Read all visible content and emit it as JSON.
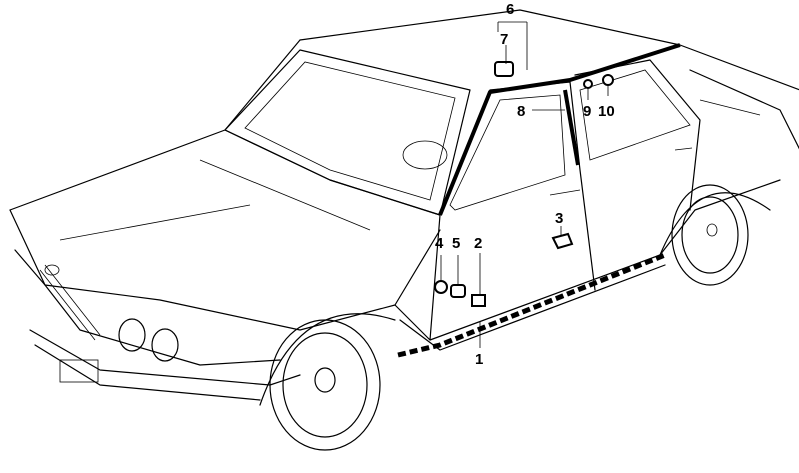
{
  "diagram": {
    "callouts": {
      "c1": "1",
      "c2": "2",
      "c3": "3",
      "c4": "4",
      "c5": "5",
      "c6": "6",
      "c7": "7",
      "c8": "8",
      "c9": "9",
      "c10": "10"
    },
    "colors": {
      "ink": "#000000",
      "background": "#ffffff"
    }
  }
}
